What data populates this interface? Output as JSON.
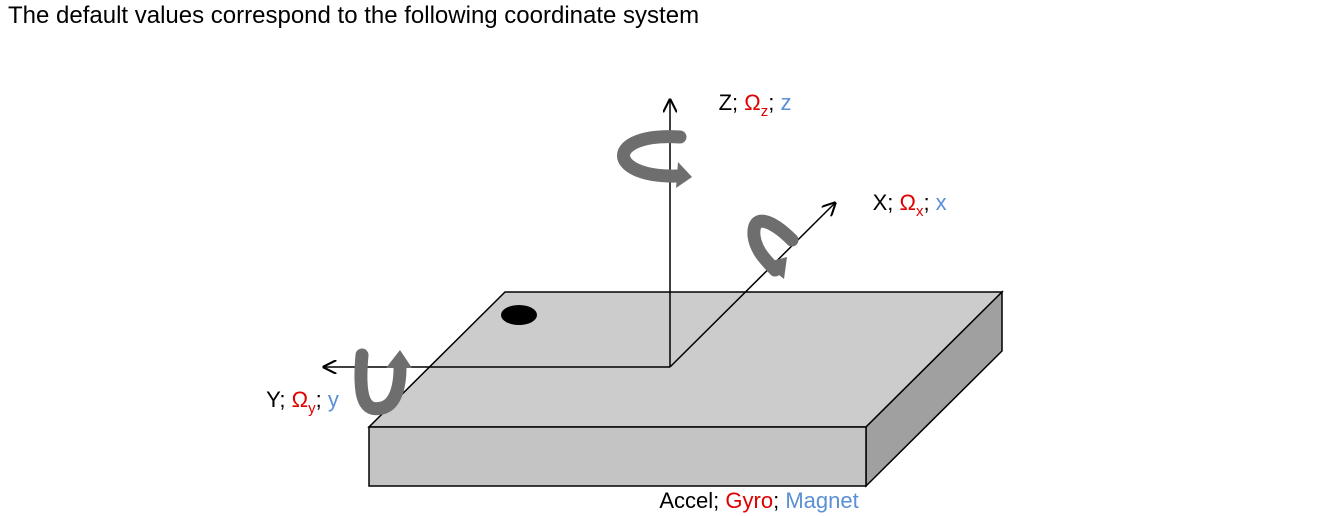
{
  "heading": "The default values correspond to the following coordinate system",
  "colors": {
    "accel": "#000000",
    "gyro": "#e00000",
    "magnet": "#5b8fd6",
    "board_top": "#cccccc",
    "board_front": "#c4c4c4",
    "board_side": "#a0a0a0",
    "rotation_arrow": "#6e6e6e"
  },
  "axes": {
    "z": {
      "accel": "Z",
      "sep1": "; ",
      "gyro_symbol": "Ω",
      "gyro_sub": "z",
      "sep2": "; ",
      "magnet": "z"
    },
    "x": {
      "accel": "X",
      "sep1": "; ",
      "gyro_symbol": "Ω",
      "gyro_sub": "x",
      "sep2": "; ",
      "magnet": "x"
    },
    "y": {
      "accel": "Y",
      "sep1": "; ",
      "gyro_symbol": "Ω",
      "gyro_sub": "y",
      "sep2": "; ",
      "magnet": "y"
    }
  },
  "legend": {
    "accel": "Accel",
    "sep1": "; ",
    "gyro": "Gyro",
    "sep2": "; ",
    "magnet": "Magnet"
  },
  "icons": [
    "rotation-arrow-z-icon",
    "rotation-arrow-x-icon",
    "rotation-arrow-y-icon",
    "pin1-marker-dot"
  ]
}
